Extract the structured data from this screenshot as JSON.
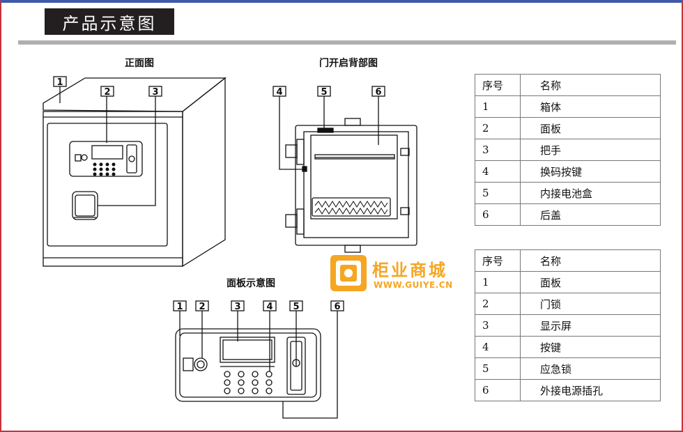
{
  "header": {
    "title": "产品示意图"
  },
  "captions": {
    "front": "正面图",
    "back": "门开启背部图",
    "panel": "面板示意图"
  },
  "callouts": {
    "front": [
      "1",
      "2",
      "3"
    ],
    "back": [
      "4",
      "5",
      "6"
    ],
    "panel": [
      "1",
      "2",
      "3",
      "4",
      "5",
      "6"
    ]
  },
  "table1": {
    "headers": [
      "序号",
      "名称"
    ],
    "rows": [
      [
        "1",
        "箱体"
      ],
      [
        "2",
        "面板"
      ],
      [
        "3",
        "把手"
      ],
      [
        "4",
        "换码按键"
      ],
      [
        "5",
        "内接电池盒"
      ],
      [
        "6",
        "后盖"
      ]
    ]
  },
  "table2": {
    "headers": [
      "序号",
      "名称"
    ],
    "rows": [
      [
        "1",
        "面板"
      ],
      [
        "2",
        "门锁"
      ],
      [
        "3",
        "显示屏"
      ],
      [
        "4",
        "按键"
      ],
      [
        "5",
        "应急锁"
      ],
      [
        "6",
        "外接电源插孔"
      ]
    ]
  },
  "watermark": {
    "brand": "柜业商城",
    "url": "WWW.GUIYE.CN"
  },
  "colors": {
    "border_red": "#c8323a",
    "top_blue": "#3f5aa8",
    "watermark": "#f5a623"
  }
}
